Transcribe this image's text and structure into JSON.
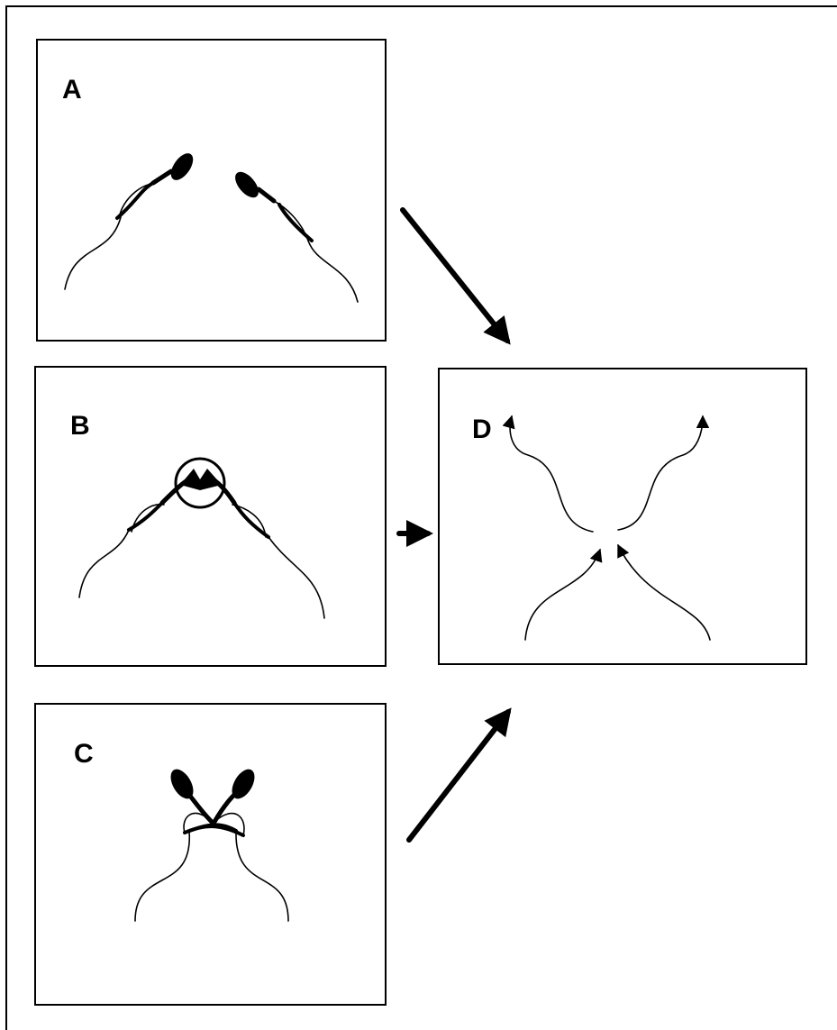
{
  "figure": {
    "panels": [
      {
        "id": "a",
        "label": "A"
      },
      {
        "id": "b",
        "label": "B"
      },
      {
        "id": "c",
        "label": "C"
      },
      {
        "id": "d",
        "label": "D"
      }
    ],
    "icons": {
      "a": "two-separate-sperm-cells-icon",
      "b": "sperm-heads-joined-in-circle-icon",
      "c": "sperm-cells-crossed-flagella-icon",
      "d": "crossing-swim-trajectories-icon"
    },
    "ink_color": "#000000"
  }
}
